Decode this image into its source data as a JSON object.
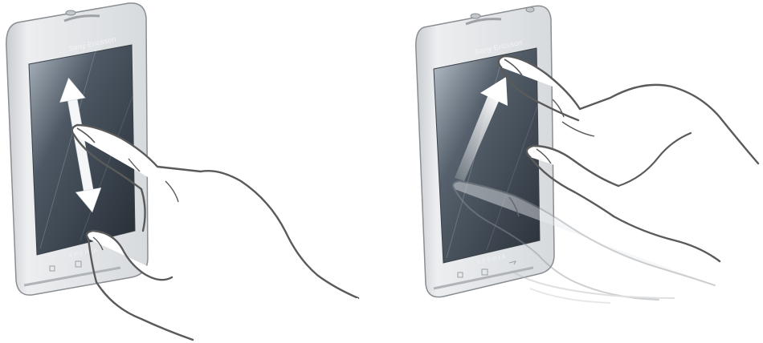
{
  "illustrations": [
    {
      "id": "scroll-gesture",
      "device": {
        "brand": "Sony Ericsson",
        "model": "XPERIA"
      },
      "gesture_icon": "vertical-double-arrow-icon"
    },
    {
      "id": "flick-gesture",
      "device": {
        "brand": "Sony Ericsson",
        "model": "XPERIA"
      },
      "gesture_icon": "diagonal-up-arrow-icon"
    }
  ],
  "colors": {
    "screen_dark": "#2e3640",
    "screen_light": "#b9c2cc",
    "phone_body": "#e4e6e9",
    "outline": "#5a5a5a"
  }
}
